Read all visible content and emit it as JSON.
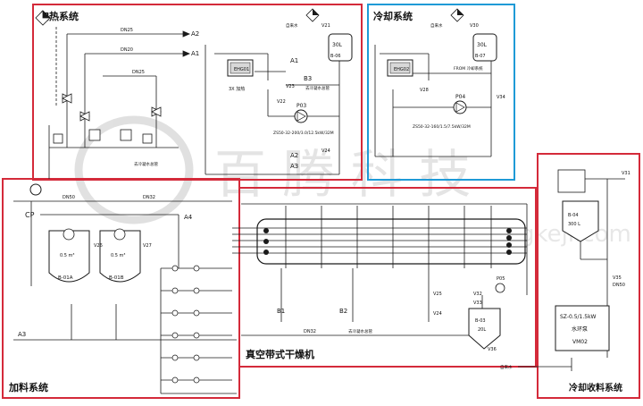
{
  "sections": {
    "heating": "加热系统",
    "cooling": "冷却系统",
    "feeding": "加料系统",
    "dryer": "真空带式干燥机",
    "cool_collect": "冷却收料系统"
  },
  "colors": {
    "heating_border": "#d42a3a",
    "cooling_border": "#1f9ad6",
    "feeding_border": "#d42a3a",
    "dryer_border": "#d42a3a",
    "collect_border": "#d42a3a",
    "line": "#1a1a1a",
    "watermark": "#c8c8c8"
  },
  "pipes": {
    "dn25": "DN25",
    "dn20": "DN20",
    "dn32": "DN32",
    "dn50": "DN50",
    "dn25b": "DN25",
    "dn32b": "DN32",
    "dn50b": "DN50"
  },
  "streams": {
    "a1": "A1",
    "a2": "A2",
    "a3": "A3",
    "a4": "A4",
    "b1": "B1",
    "b2": "B2",
    "b3": "B3",
    "cp": "CP",
    "to_recovery": "去冷凝水总管",
    "cold_water": "自来水",
    "from_cooling": "FROM 冷却系统"
  },
  "equipment": {
    "heating_tank": "30L",
    "heating_tank_tag": "B-06",
    "cooling_tank": "30L",
    "cooling_tank_tag": "B-07",
    "heater": "EHG01",
    "cooler": "EHG02",
    "heating_pump": "P03",
    "cooling_pump": "P04",
    "pump_spec_h": "ZS50-32-200/3.0/12.5kW/32M",
    "pump_spec_c": "ZS50-32-160/1.5/7.5kW/32M",
    "feed_tank_a": "B-01A",
    "feed_tank_b": "B-01B",
    "feed_vol": "0.5 m³",
    "collect_tank": "B-04",
    "collect_vol": "300 L",
    "receiver": "B-03",
    "receiver_vol": "20L",
    "vacuum_pump_line1": "SZ-0.5/1.5kW",
    "vacuum_pump_line2": "水环泵",
    "vacuum_pump_line3": "VM02",
    "p05": "P05",
    "heater_power": "3X 加热"
  },
  "valves": {
    "v21": "V21",
    "v22": "V22",
    "v23": "V23",
    "v24": "V24",
    "v25": "V25",
    "v26": "V26",
    "v27": "V27",
    "v28": "V28",
    "v30": "V30",
    "v31": "V31",
    "v32": "V32",
    "v33": "V33",
    "v34": "V34",
    "v35": "V35",
    "v36": "V36"
  },
  "watermark": {
    "text": "百 腾 科 技",
    "url": "www.baitengkeji.com"
  }
}
